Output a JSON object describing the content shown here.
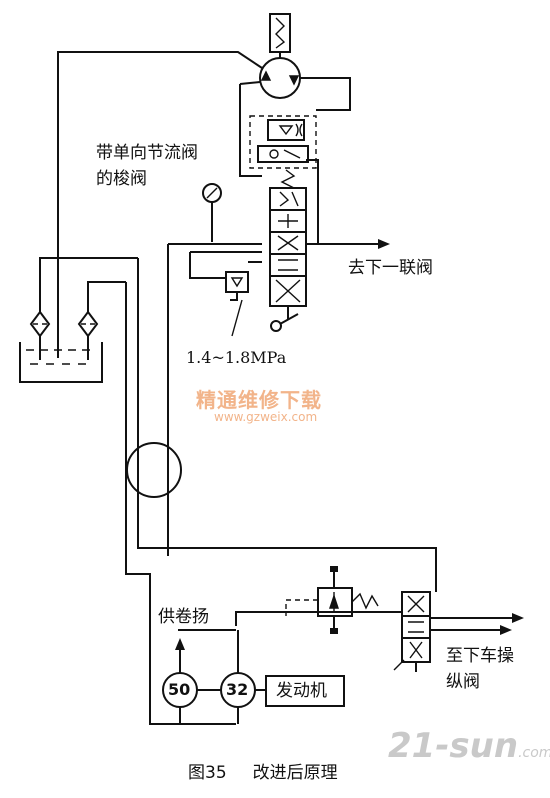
{
  "labels": {
    "check_throttle_shuttle_line1": "带单向节流阀",
    "check_throttle_shuttle_line2": "的梭阀",
    "to_next_valve": "去下一联阀",
    "pressure_setting": "1.4~1.8MPa",
    "to_lower_control_line1": "至下车操",
    "to_lower_control_line2": "纵阀",
    "for_winch": "供卷扬",
    "pump_large": "50",
    "pump_small": "32",
    "engine": "发动机"
  },
  "caption": {
    "figure_no": "图35",
    "title": "改进后原理"
  },
  "watermarks": {
    "cn_site": "精通维修下载",
    "url": "www.gzweix.com",
    "brand": "21-sun",
    "brand_suffix": ".com"
  },
  "colors": {
    "line": "#111111",
    "watermark_orange": "#f2b48a",
    "watermark_gray": "#c9c9c9"
  }
}
